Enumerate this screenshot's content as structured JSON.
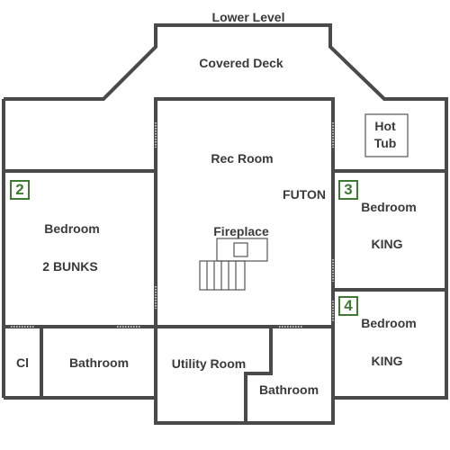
{
  "title": "Lower Level",
  "rooms": {
    "covered_deck": "Covered Deck",
    "hot_tub": "Hot\nTub",
    "rec_room": "Rec Room",
    "futon": "FUTON",
    "fireplace": "Fireplace",
    "bedroom_2": {
      "name": "Bedroom",
      "detail": "2 BUNKS"
    },
    "bedroom_3": {
      "name": "Bedroom",
      "detail": "KING"
    },
    "bedroom_4": {
      "name": "Bedroom",
      "detail": "KING"
    },
    "closet": "Cl",
    "bathroom_left": "Bathroom",
    "utility_room": "Utility Room",
    "bathroom_center": "Bathroom"
  },
  "badges": [
    "2",
    "3",
    "4"
  ],
  "colors": {
    "wall": "#4a4a4a",
    "badge": "#3f7a33",
    "text": "#3a3a3a"
  }
}
